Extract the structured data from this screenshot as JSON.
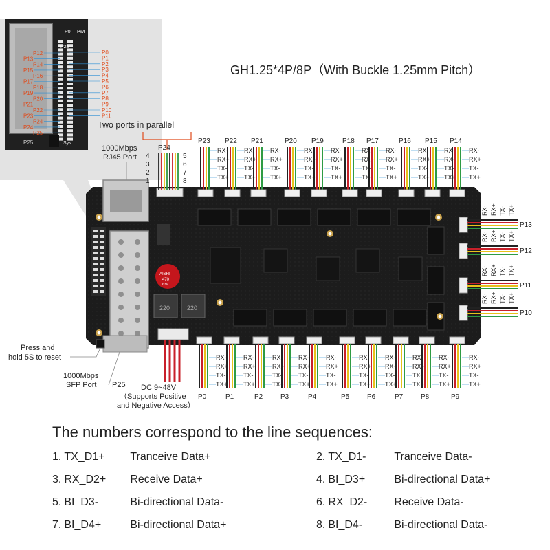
{
  "connector_title": "GH1.25*4P/8P（With Buckle 1.25mm Pitch）",
  "callouts": {
    "two_ports": "Two ports in parallel",
    "rj45": [
      "1000Mbps",
      "RJ45 Port"
    ],
    "reset": [
      "Press and",
      "hold 5S to reset"
    ],
    "sfp": [
      "1000Mbps",
      "SFP  Port"
    ],
    "sfp_port_name": "P25",
    "dc": [
      "DC 9~48V",
      "（Supports Positive",
      "and Negative Access）"
    ],
    "p24_label": "P24",
    "p24_pins_left": [
      "4",
      "3",
      "2",
      "1"
    ],
    "p24_pins_right": [
      "5",
      "6",
      "7",
      "8"
    ]
  },
  "inset": {
    "top_labels": [
      "P0",
      "Pwr"
    ],
    "p25_top": "P25",
    "p25_bottom": "P25",
    "sys": "Sys",
    "led_left": [
      "P12",
      "P13",
      "P14",
      "P15",
      "P16",
      "P17",
      "P18",
      "P19",
      "P20",
      "P21",
      "P22",
      "P23",
      "P24",
      "P24",
      "P25"
    ],
    "led_right": [
      "P0",
      "P1",
      "P2",
      "P3",
      "P4",
      "P5",
      "P6",
      "P7",
      "P8",
      "P9",
      "P10",
      "P11"
    ]
  },
  "top_ports": [
    "P23",
    "P22",
    "P21",
    "P20",
    "P19",
    "P18",
    "P17",
    "P16",
    "P15",
    "P14"
  ],
  "bottom_ports": [
    "P0",
    "P1",
    "P2",
    "P3",
    "P4",
    "P5",
    "P6",
    "P7",
    "P8",
    "P9"
  ],
  "right_ports": [
    "P13",
    "P12",
    "P11",
    "P10"
  ],
  "pin_labels": [
    "RX-",
    "RX+",
    "TX-",
    "TX+"
  ],
  "legend": {
    "heading": "The numbers correspond to the line sequences:",
    "items": [
      {
        "num": "1.",
        "code": "TX_D1+",
        "desc": "Tranceive Data+"
      },
      {
        "num": "2.",
        "code": "TX_D1-",
        "desc": "Tranceive Data-"
      },
      {
        "num": "3.",
        "code": "RX_D2+",
        "desc": "Receive Data+"
      },
      {
        "num": "4.",
        "code": "BI_D3+",
        "desc": "Bi-directional Data+"
      },
      {
        "num": "5.",
        "code": "BI_D3-",
        "desc": "Bi-directional Data-"
      },
      {
        "num": "6.",
        "code": "RX_D2-",
        "desc": "Receive Data-"
      },
      {
        "num": "7.",
        "code": "BI_D4+",
        "desc": "Bi-directional Data+"
      },
      {
        "num": "8.",
        "code": "BI_D4-",
        "desc": "Bi-directional Data-"
      }
    ]
  },
  "board_marks": {
    "cap": [
      "AISHI",
      "470",
      "63V"
    ],
    "inductors": [
      "220",
      "220"
    ]
  },
  "colors": {
    "board": "#1c1c1c",
    "accent_red": "#e04a1a",
    "line_blue": "#2b8fd6",
    "wire_red": "#c8202a",
    "wire_green": "#2e9b44",
    "wire_yellow": "#e8c21a",
    "wire_black": "#222222"
  }
}
